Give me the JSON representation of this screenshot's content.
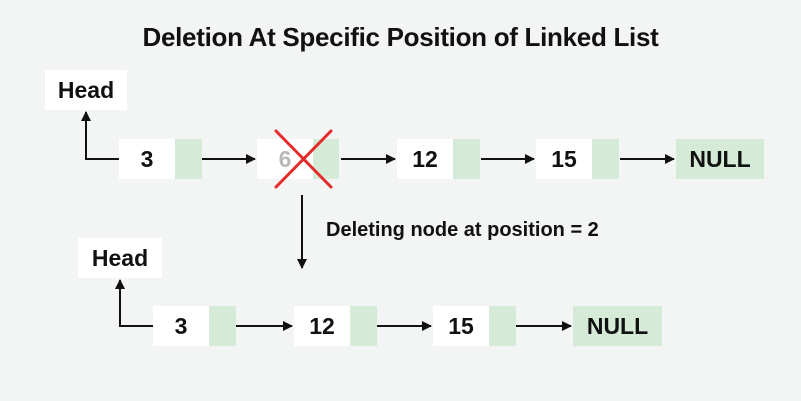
{
  "title": "Deletion At Specific Position of Linked List",
  "before": {
    "head_label": "Head",
    "nodes": [
      {
        "value": "3",
        "deleted": false
      },
      {
        "value": "6",
        "deleted": true
      },
      {
        "value": "12",
        "deleted": false
      },
      {
        "value": "15",
        "deleted": false
      }
    ],
    "null_label": "NULL"
  },
  "operation_label": "Deleting node at position = 2",
  "after": {
    "head_label": "Head",
    "nodes": [
      {
        "value": "3"
      },
      {
        "value": "12"
      },
      {
        "value": "15"
      }
    ],
    "null_label": "NULL"
  },
  "colors": {
    "pointer_box": "#d5ebd7",
    "delete_mark": "#e52a2a",
    "background": "#f3f4f4"
  }
}
